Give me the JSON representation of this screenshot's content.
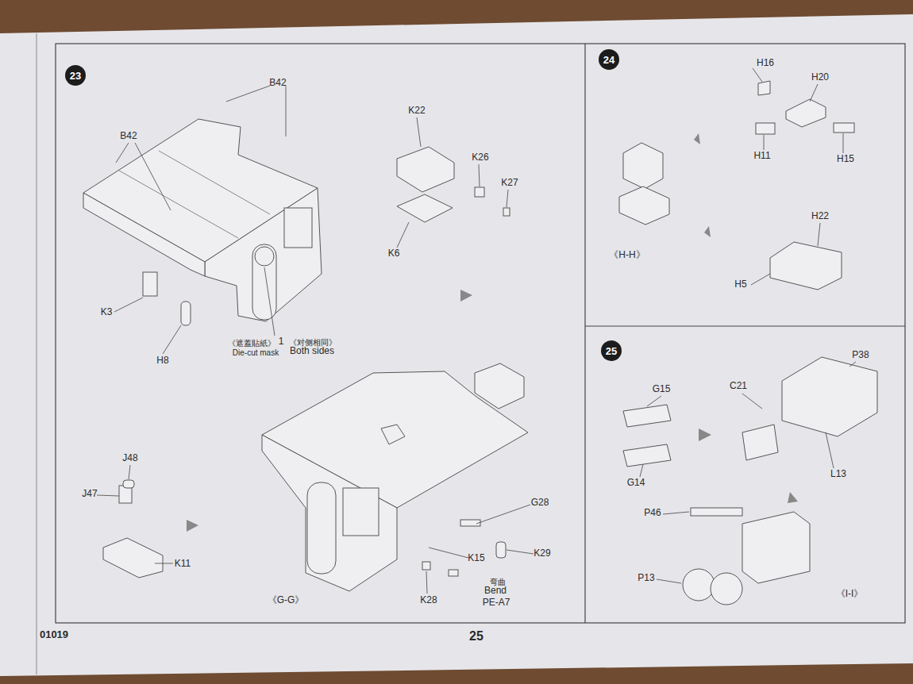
{
  "diagram": {
    "nodes": [
      {
        "text": [
          "23"
        ]
      },
      {
        "text": [
          "24"
        ]
      },
      {
        "text": [
          "25"
        ]
      }
    ],
    "labels": [
      "B42",
      "B42",
      "K22",
      "K26",
      "K27",
      "K6",
      "K3",
      "H8",
      "《遮蓋貼紙》",
      "1",
      "Die-cut mask",
      "《对侧相同》",
      "Both sides",
      "J48",
      "J47",
      "K11",
      "G28",
      "K29",
      "K15",
      "K28",
      "弯曲",
      "Bend",
      "PE-A7",
      "《G-G》",
      "H16",
      "H20",
      "H11",
      "H15",
      "《H-H》",
      "H22",
      "H5",
      "G15",
      "C21",
      "P38",
      "G14",
      "L13",
      "P46",
      "P13",
      "《I-I》",
      "01019",
      "25"
    ]
  }
}
